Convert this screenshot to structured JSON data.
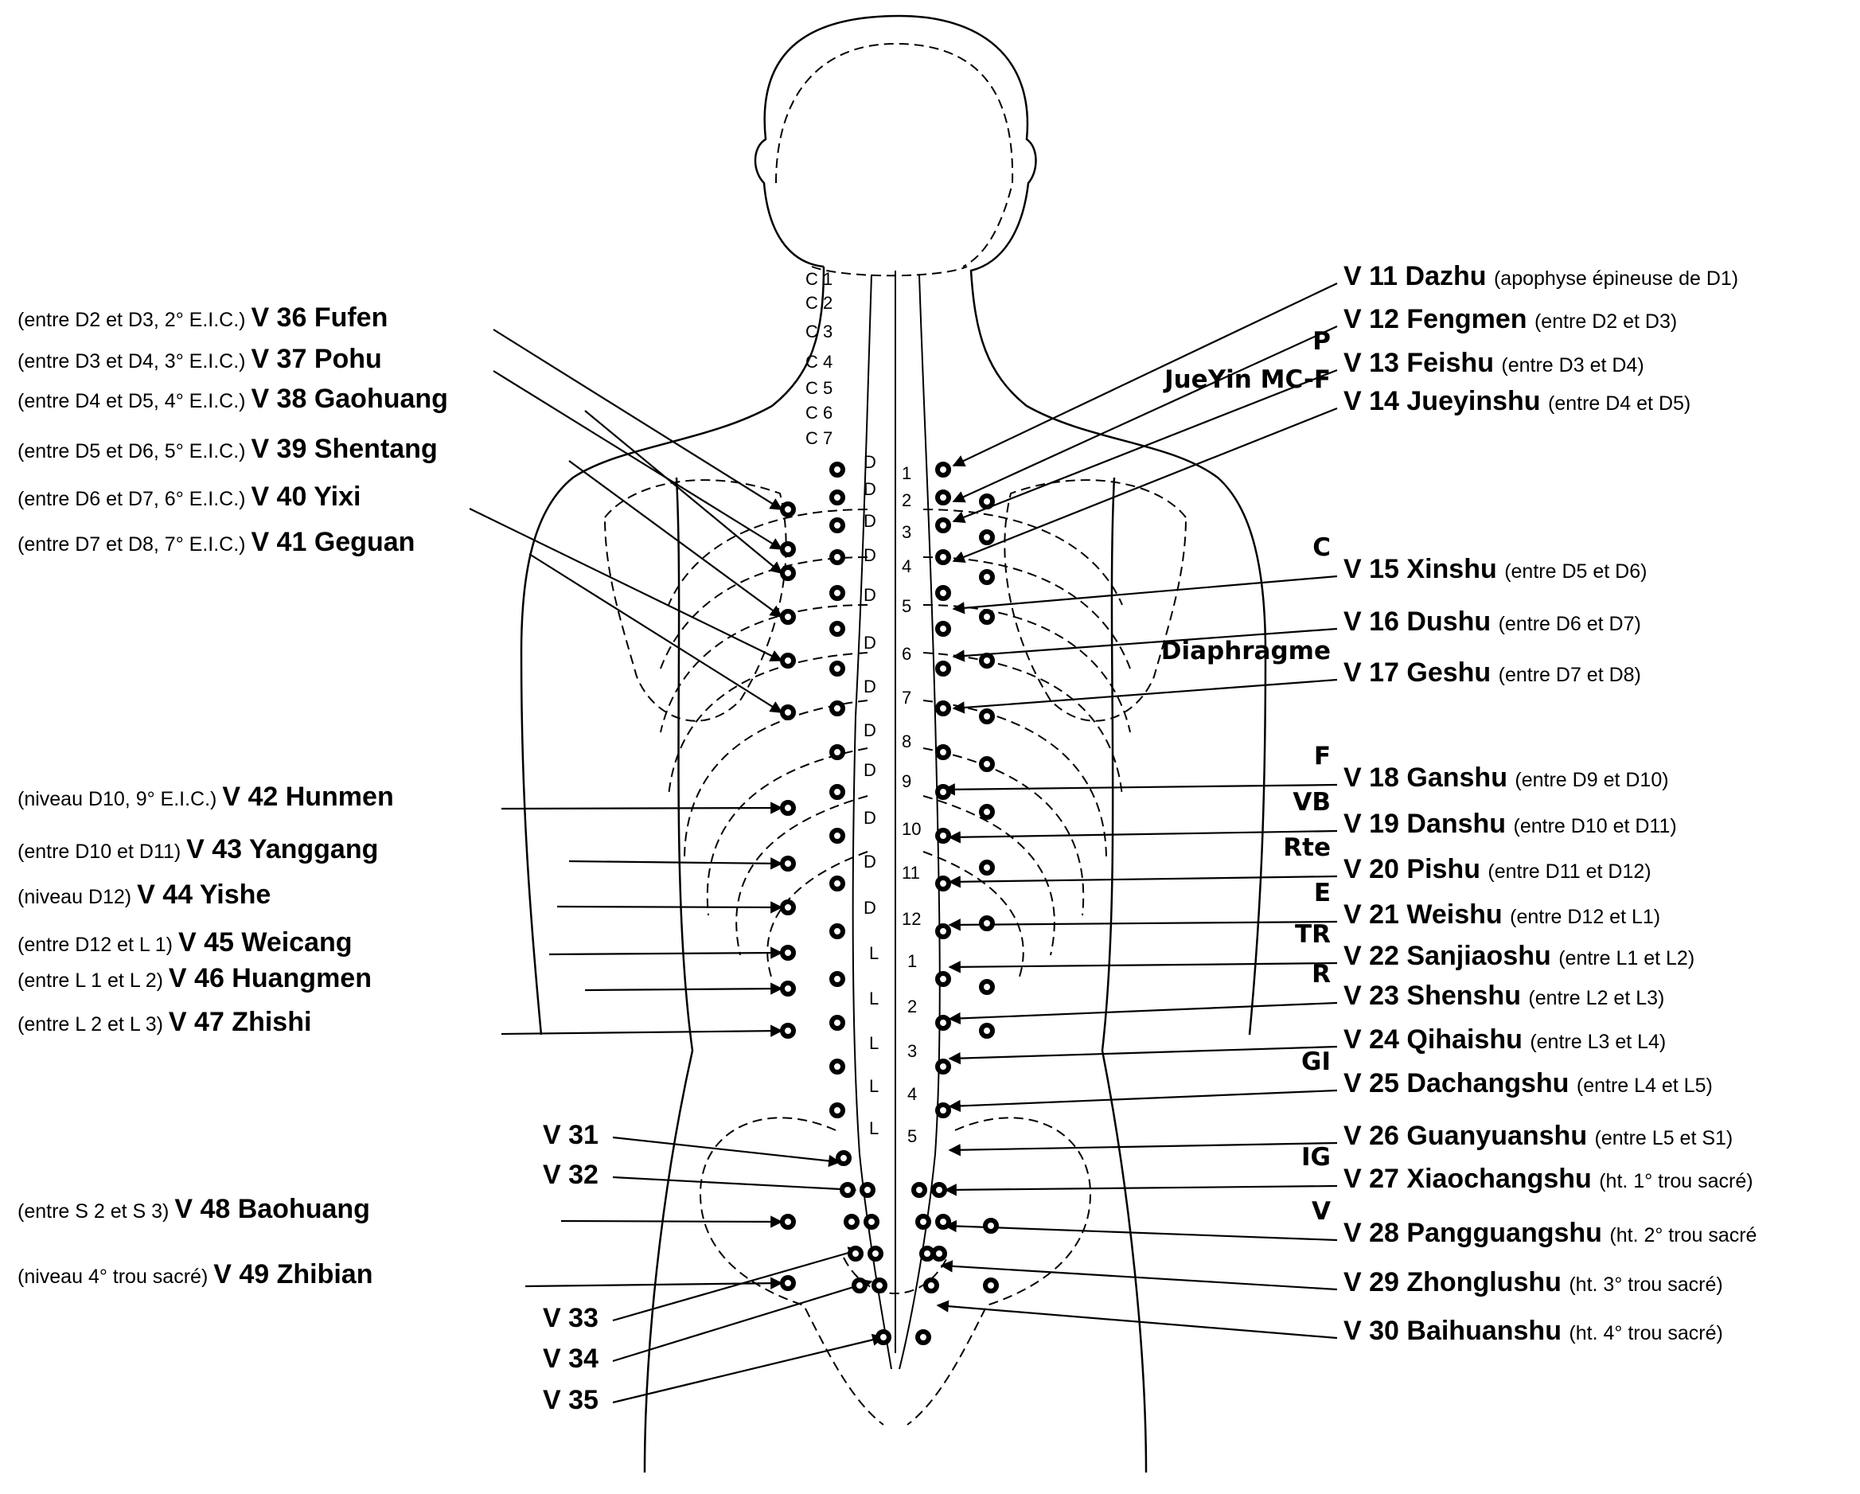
{
  "cervical_labels": [
    "C 1",
    "C 2",
    "C 3",
    "C 4",
    "C 5",
    "C 6",
    "C 7"
  ],
  "dorsal_labels": [
    "D",
    "1",
    "D",
    "2",
    "D",
    "3",
    "D",
    "4",
    "D",
    "5",
    "D",
    "6",
    "D",
    "7",
    "D",
    "8",
    "D",
    "9",
    "D",
    "10",
    "D",
    "11",
    "D",
    "12"
  ],
  "lumbar_labels": [
    "L",
    "1",
    "L",
    "2",
    "L",
    "3",
    "L",
    "4",
    "L",
    "5"
  ],
  "left_points": [
    {
      "note": "(entre D2 et D3, 2° E.I.C.)",
      "code": "V 36",
      "name": "Fufen"
    },
    {
      "note": "(entre D3 et D4, 3° E.I.C.)",
      "code": "V 37",
      "name": "Pohu"
    },
    {
      "note": "(entre D4 et D5, 4° E.I.C.)",
      "code": "V 38",
      "name": "Gaohuang"
    },
    {
      "note": "(entre D5 et D6, 5° E.I.C.)",
      "code": "V 39",
      "name": "Shentang"
    },
    {
      "note": "(entre D6 et D7, 6° E.I.C.)",
      "code": "V 40",
      "name": "Yixi"
    },
    {
      "note": "(entre D7 et D8, 7° E.I.C.)",
      "code": "V 41",
      "name": "Geguan"
    },
    {
      "note": "(niveau D10, 9° E.I.C.)",
      "code": "V 42",
      "name": "Hunmen"
    },
    {
      "note": "(entre D10 et D11)",
      "code": "V 43",
      "name": "Yanggang"
    },
    {
      "note": "(niveau D12)",
      "code": "V 44",
      "name": "Yishe"
    },
    {
      "note": "(entre D12 et L 1)",
      "code": "V 45",
      "name": "Weicang"
    },
    {
      "note": "(entre L 1 et L 2)",
      "code": "V 46",
      "name": "Huangmen"
    },
    {
      "note": "(entre L 2 et L 3)",
      "code": "V 47",
      "name": "Zhishi"
    },
    {
      "note": "(entre S 2 et S 3)",
      "code": "V 48",
      "name": "Baohuang"
    },
    {
      "note": "(niveau 4° trou sacré)",
      "code": "V 49",
      "name": "Zhibian"
    }
  ],
  "sacral_points": [
    {
      "code": "V 31"
    },
    {
      "code": "V 32"
    },
    {
      "code": "V 33"
    },
    {
      "code": "V 34"
    },
    {
      "code": "V 35"
    }
  ],
  "right_points": [
    {
      "organ": "",
      "code": "V 11",
      "name": "Dazhu",
      "note": "(apophyse épineuse de D1)"
    },
    {
      "organ": "",
      "code": "V 12",
      "name": "Fengmen",
      "note": "(entre D2 et D3)"
    },
    {
      "organ": "P",
      "code": "V 13",
      "name": "Feishu",
      "note": "(entre D3 et D4)"
    },
    {
      "organ": "JueYin MC-F",
      "code": "V 14",
      "name": "Jueyinshu",
      "note": "(entre D4 et D5)"
    },
    {
      "organ": "C",
      "code": "V 15",
      "name": "Xinshu",
      "note": "(entre D5 et D6)"
    },
    {
      "organ": "",
      "code": "V 16",
      "name": "Dushu",
      "note": "(entre D6 et D7)"
    },
    {
      "organ": "Diaphragme",
      "code": "V 17",
      "name": "Geshu",
      "note": "(entre D7 et D8)"
    },
    {
      "organ": "F",
      "code": "V 18",
      "name": "Ganshu",
      "note": "(entre D9 et D10)"
    },
    {
      "organ": "VB",
      "code": "V 19",
      "name": "Danshu",
      "note": "(entre D10 et D11)"
    },
    {
      "organ": "Rte",
      "code": "V 20",
      "name": "Pishu",
      "note": "(entre D11 et D12)"
    },
    {
      "organ": "E",
      "code": "V 21",
      "name": "Weishu",
      "note": "(entre D12 et L1)"
    },
    {
      "organ": "TR",
      "code": "V 22",
      "name": "Sanjiaoshu",
      "note": "(entre L1 et L2)"
    },
    {
      "organ": "R",
      "code": "V 23",
      "name": "Shenshu",
      "note": "(entre L2 et L3)"
    },
    {
      "organ": "",
      "code": "V 24",
      "name": "Qihaishu",
      "note": "(entre L3 et L4)"
    },
    {
      "organ": "GI",
      "code": "V 25",
      "name": "Dachangshu",
      "note": "(entre L4 et L5)"
    },
    {
      "organ": "",
      "code": "V 26",
      "name": "Guanyuanshu",
      "note": "(entre L5 et S1)"
    },
    {
      "organ": "IG",
      "code": "V 27",
      "name": "Xiaochangshu",
      "note": "(ht. 1° trou sacré)"
    },
    {
      "organ": "V",
      "code": "V 28",
      "name": "Pangguangshu",
      "note": "(ht. 2° trou sacré"
    },
    {
      "organ": "",
      "code": "V 29",
      "name": "Zhonglushu",
      "note": "(ht. 3° trou sacré)"
    },
    {
      "organ": "",
      "code": "V 30",
      "name": "Baihuanshu",
      "note": "(ht. 4° trou sacré)"
    }
  ]
}
